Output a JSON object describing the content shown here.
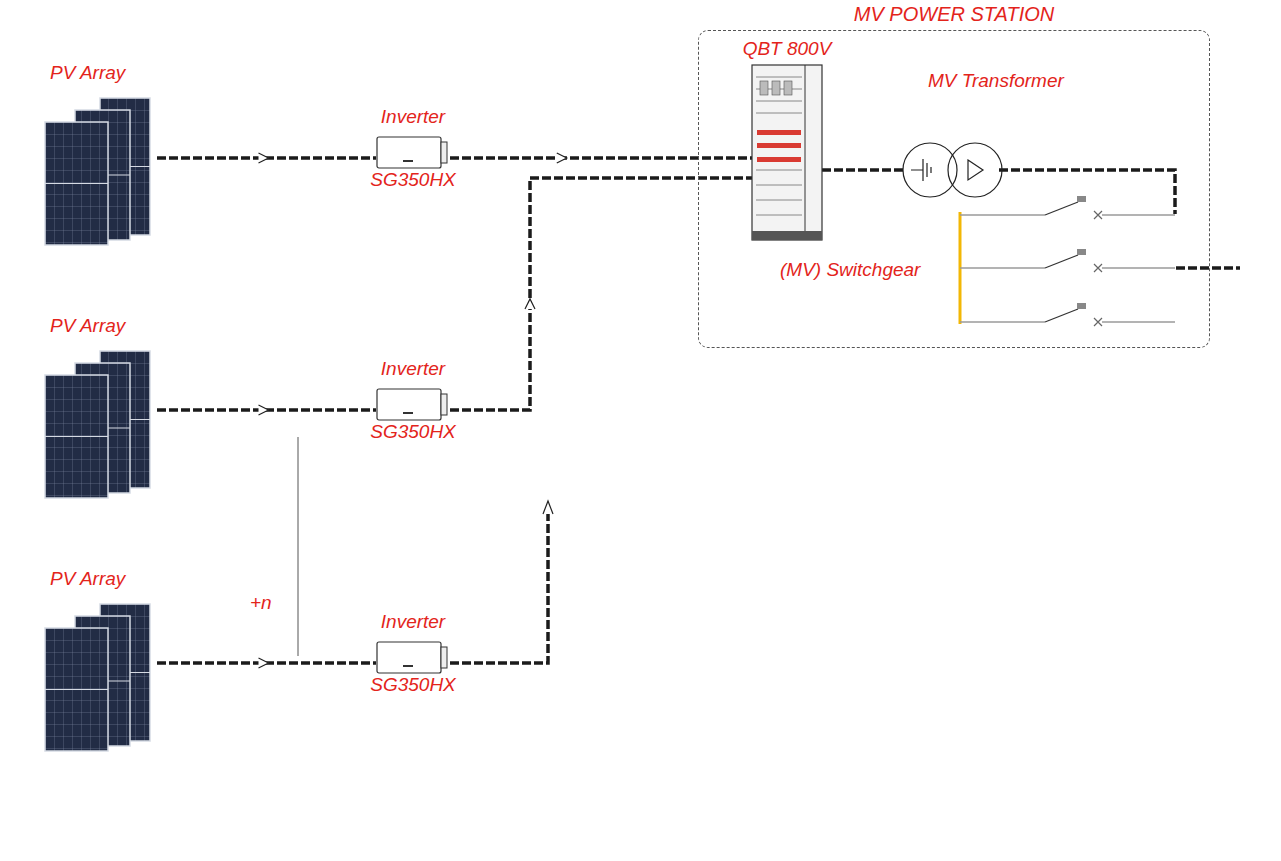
{
  "diagram": {
    "nodes": [
      {
        "text": [
          "PV Array"
        ]
      },
      {
        "text": [
          "Inverter",
          "SG350HX"
        ]
      },
      {
        "text": [
          "MV POWER STATION"
        ]
      },
      {
        "text": [
          "QBT 800V"
        ],
        "in": 2
      },
      {
        "text": [
          "MV Transformer"
        ],
        "in": 2
      },
      {
        "text": [
          "(MV) Switchgear"
        ],
        "in": 2
      },
      {
        "text": [
          "PV Array"
        ]
      },
      {
        "text": [
          "Inverter",
          "SG350HX"
        ]
      },
      {
        "text": [
          "PV Array"
        ]
      },
      {
        "text": [
          "Inverter",
          "SG350HX"
        ]
      }
    ],
    "edges": [
      {
        "from": 0,
        "to": 1,
        "arrow": "to"
      },
      {
        "from": 1,
        "to": 3,
        "arrow": "to"
      },
      {
        "from": 6,
        "to": 7,
        "arrow": "to"
      },
      {
        "from": 7,
        "to": 3,
        "arrow": "to"
      },
      {
        "from": 8,
        "to": 9,
        "arrow": "to"
      },
      {
        "from": 3,
        "to": 4,
        "arrow": "none"
      }
    ],
    "labels": [
      "+n"
    ]
  }
}
